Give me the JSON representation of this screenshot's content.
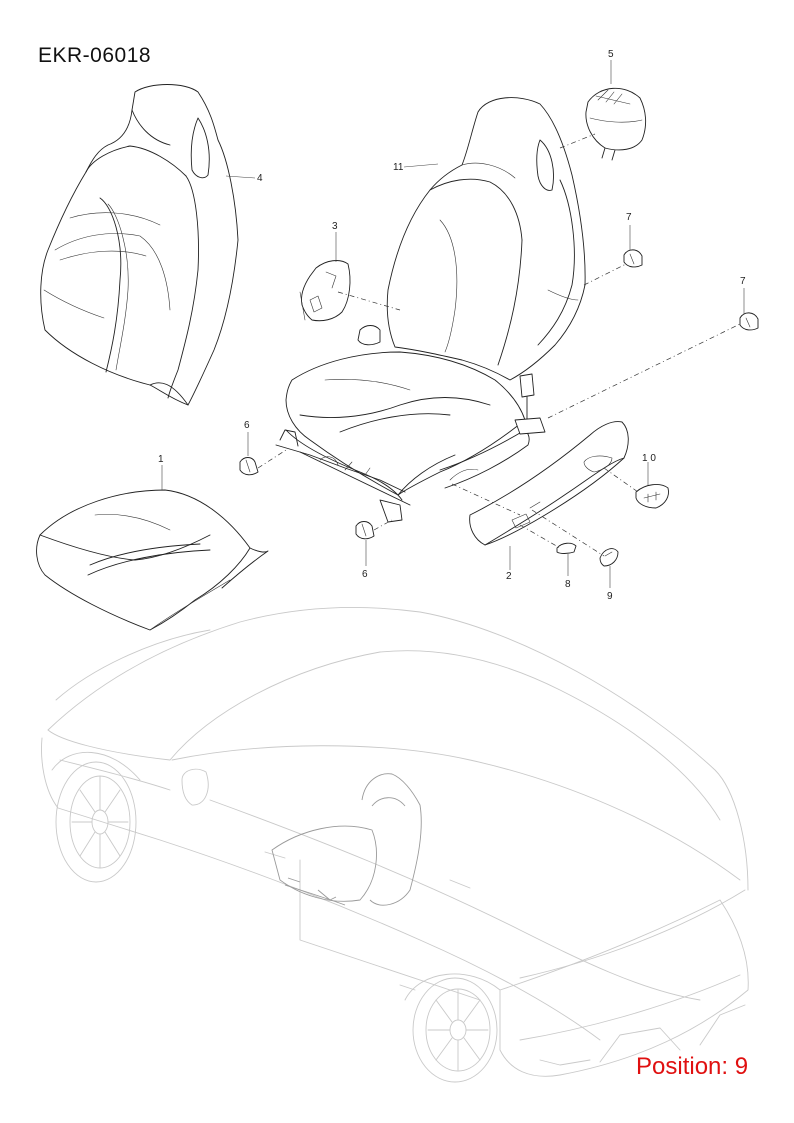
{
  "diagram_code": "EKR-06018",
  "position_label": "Position: 9",
  "colors": {
    "highlight": "#e01010",
    "line": "#222222",
    "vehicle_ghost": "#c9c9c9"
  },
  "callouts": [
    {
      "id": "c1",
      "label": "1"
    },
    {
      "id": "c2",
      "label": "2"
    },
    {
      "id": "c3",
      "label": "3"
    },
    {
      "id": "c4",
      "label": "4"
    },
    {
      "id": "c5",
      "label": "5"
    },
    {
      "id": "c6a",
      "label": "6"
    },
    {
      "id": "c6b",
      "label": "6"
    },
    {
      "id": "c7a",
      "label": "7"
    },
    {
      "id": "c7b",
      "label": "7"
    },
    {
      "id": "c8",
      "label": "8"
    },
    {
      "id": "c9",
      "label": "9"
    },
    {
      "id": "c10",
      "label": "1 0"
    },
    {
      "id": "c11",
      "label": "11"
    }
  ]
}
